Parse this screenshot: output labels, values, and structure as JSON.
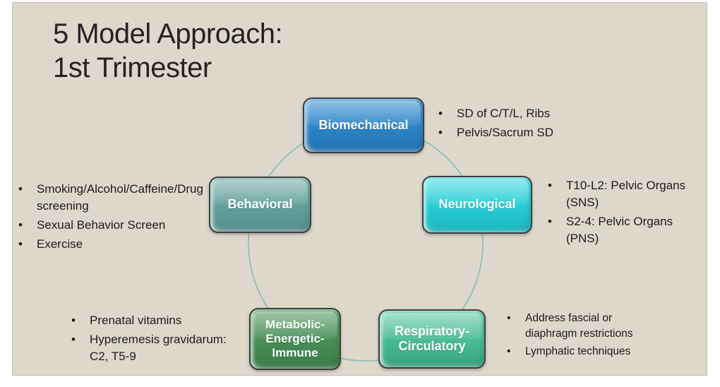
{
  "title": {
    "line1": "5 Model Approach:",
    "line2": "1st Trimester"
  },
  "bullet_char": "•",
  "colors": {
    "slide_background": "#ded8cc",
    "title_text": "#232323",
    "node_border": "#3f3f3f",
    "biomechanical_fill": "#2b84c6",
    "neurological_fill": "#24ccd3",
    "behavioral_fill": "#619f9b",
    "metabolic_fill": "#478d55",
    "respiratory_fill": "#48bb95",
    "circle_stroke": "#82bcb4"
  },
  "diagram": {
    "type": "cycle",
    "circle_color": "#82bcb4",
    "nodes": [
      {
        "id": "biomechanical",
        "label": "Biomechanical"
      },
      {
        "id": "neurological",
        "label": "Neurological"
      },
      {
        "id": "behavioral",
        "label": "Behavioral"
      },
      {
        "id": "metabolic-energetic-immune",
        "label_lines": [
          "Metabolic-",
          "Energetic-",
          "Immune"
        ]
      },
      {
        "id": "respiratory-circulatory",
        "label_lines": [
          "Respiratory-",
          "Circulatory"
        ]
      }
    ]
  },
  "panels": {
    "biomechanical": [
      "SD of C/T/L, Ribs",
      "Pelvis/Sacrum SD"
    ],
    "neurological": [
      "T10-L2: Pelvic Organs (SNS)",
      "S2-4: Pelvic Organs (PNS)"
    ],
    "behavioral": [
      "Smoking/Alcohol/Caffeine/Drug screening",
      "Sexual Behavior Screen",
      "Exercise"
    ],
    "metabolic": [
      "Prenatal vitamins",
      "Hyperemesis gravidarum: C2, T5-9"
    ],
    "respiratory": [
      "Address fascial or diaphragm restrictions",
      "Lymphatic techniques"
    ]
  }
}
